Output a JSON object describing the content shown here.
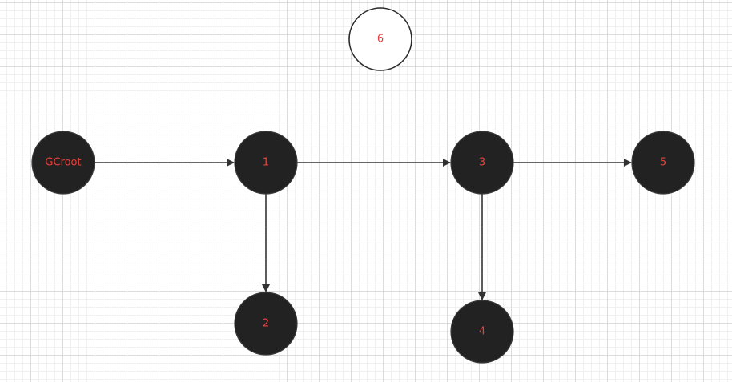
{
  "nodes": [
    {
      "id": "gcroot",
      "label": "GCroot",
      "reachable": true
    },
    {
      "id": "n1",
      "label": "1",
      "reachable": true
    },
    {
      "id": "n2",
      "label": "2",
      "reachable": true
    },
    {
      "id": "n3",
      "label": "3",
      "reachable": true
    },
    {
      "id": "n4",
      "label": "4",
      "reachable": true
    },
    {
      "id": "n5",
      "label": "5",
      "reachable": true
    },
    {
      "id": "n6",
      "label": "6",
      "reachable": false
    }
  ],
  "edges": [
    {
      "from": "gcroot",
      "to": "n1"
    },
    {
      "from": "n1",
      "to": "n3"
    },
    {
      "from": "n1",
      "to": "n2"
    },
    {
      "from": "n3",
      "to": "n5"
    },
    {
      "from": "n3",
      "to": "n4"
    }
  ],
  "colors": {
    "node_fill": "#222222",
    "node_stroke": "#3a3a3a",
    "unreachable_fill": "#ffffff",
    "unreachable_stroke": "#2b2b2b",
    "label": "#e8413a",
    "edge": "#333333"
  }
}
